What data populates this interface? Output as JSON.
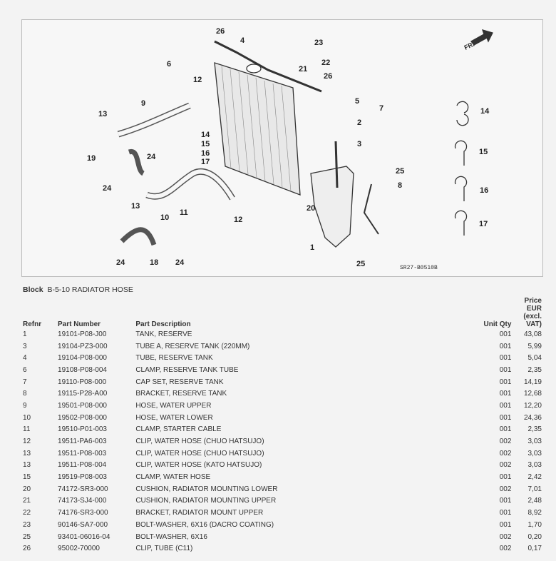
{
  "diagram": {
    "code": "SR27-B0510B",
    "direction_label": "FR.",
    "callouts": [
      "26",
      "4",
      "23",
      "22",
      "21",
      "6",
      "12",
      "26",
      "5",
      "7",
      "2",
      "9",
      "13",
      "3",
      "14",
      "15",
      "16",
      "17",
      "19",
      "24",
      "25",
      "8",
      "24",
      "10",
      "11",
      "13",
      "12",
      "20",
      "1",
      "14",
      "15",
      "16",
      "17",
      "24",
      "18",
      "24",
      "25"
    ]
  },
  "block": {
    "label": "Block",
    "value": "B-5-10 RADIATOR HOSE"
  },
  "table": {
    "headers": {
      "refnr": "Refnr",
      "part_number": "Part Number",
      "description": "Part Description",
      "qty": "Unit Qty",
      "price_line1": "Price EUR",
      "price_line2": "(excl. VAT)"
    },
    "rows": [
      [
        "1",
        "19101-P08-J00",
        "TANK, RESERVE",
        "001",
        "43,08"
      ],
      [
        "3",
        "19104-PZ3-000",
        "TUBE A, RESERVE TANK (220MM)",
        "001",
        "5,99"
      ],
      [
        "4",
        "19104-P08-000",
        "TUBE, RESERVE TANK",
        "001",
        "5,04"
      ],
      [
        "6",
        "19108-P08-004",
        "CLAMP, RESERVE TANK TUBE",
        "001",
        "2,35"
      ],
      [
        "7",
        "19110-P08-000",
        "CAP SET, RESERVE TANK",
        "001",
        "14,19"
      ],
      [
        "8",
        "19115-P28-A00",
        "BRACKET, RESERVE TANK",
        "001",
        "12,68"
      ],
      [
        "9",
        "19501-P08-000",
        "HOSE, WATER UPPER",
        "001",
        "12,20"
      ],
      [
        "10",
        "19502-P08-000",
        "HOSE, WATER LOWER",
        "001",
        "24,36"
      ],
      [
        "11",
        "19510-P01-003",
        "CLAMP, STARTER CABLE",
        "001",
        "2,35"
      ],
      [
        "12",
        "19511-PA6-003",
        "CLIP, WATER HOSE (CHUO HATSUJO)",
        "002",
        "3,03"
      ],
      [
        "13",
        "19511-P08-003",
        "CLIP, WATER HOSE (CHUO HATSUJO)",
        "002",
        "3,03"
      ],
      [
        "13",
        "19511-P08-004",
        "CLIP, WATER HOSE (KATO HATSUJO)",
        "002",
        "3,03"
      ],
      [
        "15",
        "19519-P08-003",
        "CLAMP, WATER HOSE",
        "001",
        "2,42"
      ],
      [
        "20",
        "74172-SR3-000",
        "CUSHION, RADIATOR MOUNTING LOWER",
        "002",
        "7,01"
      ],
      [
        "21",
        "74173-SJ4-000",
        "CUSHION, RADIATOR MOUNTING UPPER",
        "001",
        "2,48"
      ],
      [
        "22",
        "74176-SR3-000",
        "BRACKET, RADIATOR MOUNT UPPER",
        "001",
        "8,92"
      ],
      [
        "23",
        "90146-SA7-000",
        "BOLT-WASHER, 6X16 (DACRO COATING)",
        "001",
        "1,70"
      ],
      [
        "25",
        "93401-06016-04",
        "BOLT-WASHER, 6X16",
        "002",
        "0,20"
      ],
      [
        "26",
        "95002-70000",
        "CLIP, TUBE (C11)",
        "002",
        "0,17"
      ]
    ]
  }
}
